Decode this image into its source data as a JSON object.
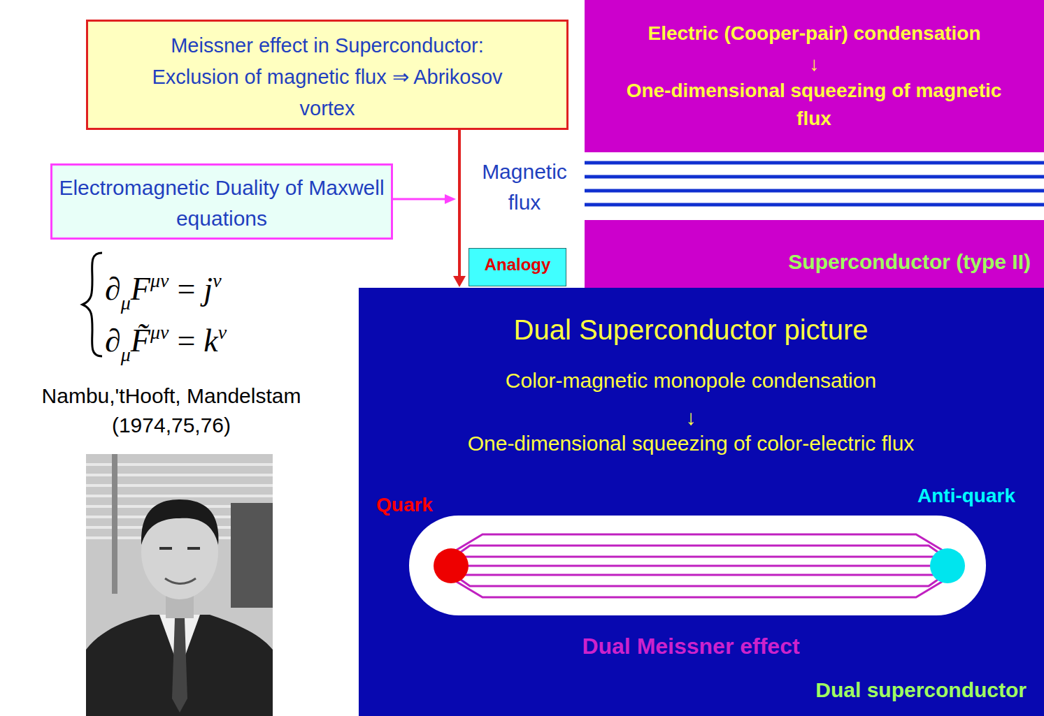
{
  "diagram": {
    "nodes": [
      {
        "text": [
          "Meissner effect in Superconductor: Exclusion of magnetic flux ⇒ Abrikosov vortex"
        ]
      },
      {
        "text": [
          "Electric (Cooper-pair) condensation",
          "↓",
          "One-dimensional squeezing of magnetic flux"
        ]
      },
      {
        "text": [
          "Electromagnetic Duality of Maxwell equations"
        ]
      },
      {
        "text": [
          "Superconductor (type II)"
        ]
      },
      {
        "text": [
          "Analogy"
        ]
      },
      {
        "text": [
          "Dual Superconductor picture",
          "Color-magnetic monopole condensation",
          "↓",
          "One-dimensional squeezing of color-electric flux",
          "Dual Meissner effect",
          "Dual superconductor"
        ]
      },
      {
        "text": [
          "Quark"
        ],
        "in": 5
      },
      {
        "text": [
          "Anti-quark"
        ],
        "in": 5
      }
    ],
    "edges": [
      {
        "from": 0,
        "to": 5,
        "arrow": "to"
      }
    ],
    "labels": [
      "Magnetic flux",
      "∂",
      "μ",
      "F",
      "μν",
      "=",
      "j",
      "ν",
      "∂",
      "μ",
      "F̃",
      "μν",
      "=",
      "k",
      "ν",
      "Nambu,'tHooft, Mandelstam (1974,75,76)"
    ]
  }
}
